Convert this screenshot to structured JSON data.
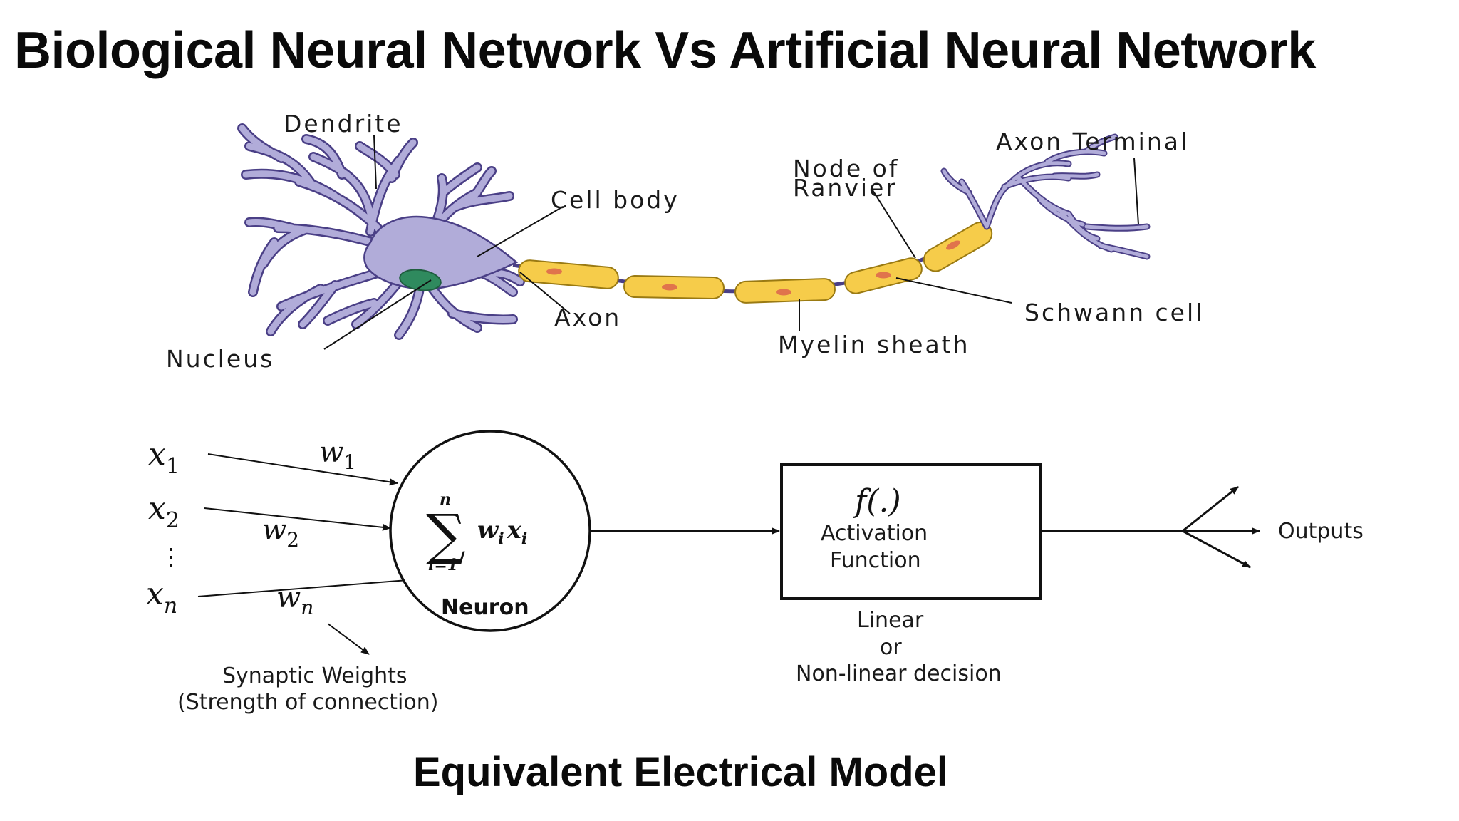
{
  "title": "Biological Neural Network Vs Artificial Neural Network",
  "biological": {
    "labels": {
      "dendrite": "Dendrite",
      "cell_body": "Cell body",
      "nucleus": "Nucleus",
      "axon": "Axon",
      "node_line1": "Node of",
      "node_line2": "Ranvier",
      "axon_terminal": "Axon Terminal",
      "schwann": "Schwann cell",
      "myelin": "Myelin sheath"
    },
    "colors": {
      "neuron_body": "#b1acd9",
      "neuron_outline": "#4a3f86",
      "nucleus": "#2f8a5e",
      "myelin": "#f6cc4a",
      "myelin_outline": "#9a7a12",
      "schwann_nucleus": "#e0744c"
    }
  },
  "artificial": {
    "inputs": [
      {
        "var": "x",
        "sub": "1"
      },
      {
        "var": "x",
        "sub": "2"
      },
      {
        "var": "x",
        "sub": "n"
      }
    ],
    "ellipsis": "⋮",
    "weights": [
      {
        "var": "w",
        "sub": "1"
      },
      {
        "var": "w",
        "sub": "2"
      },
      {
        "var": "w",
        "sub": "n"
      }
    ],
    "sum": {
      "symbol": "∑",
      "upper": "n",
      "lower": "i=1",
      "w": "w",
      "wi": "i",
      "x": "x",
      "xi": "i"
    },
    "neuron_label": "Neuron",
    "synaptic_line1": "Synaptic Weights",
    "synaptic_line2": "(Strength of connection)",
    "activation": {
      "formula": "f(.)",
      "line1": "Activation",
      "line2": "Function"
    },
    "decision_line1": "Linear",
    "decision_line2": "or",
    "decision_line3": "Non-linear decision",
    "outputs_label": "Outputs"
  },
  "subtitle": "Equivalent Electrical Model"
}
